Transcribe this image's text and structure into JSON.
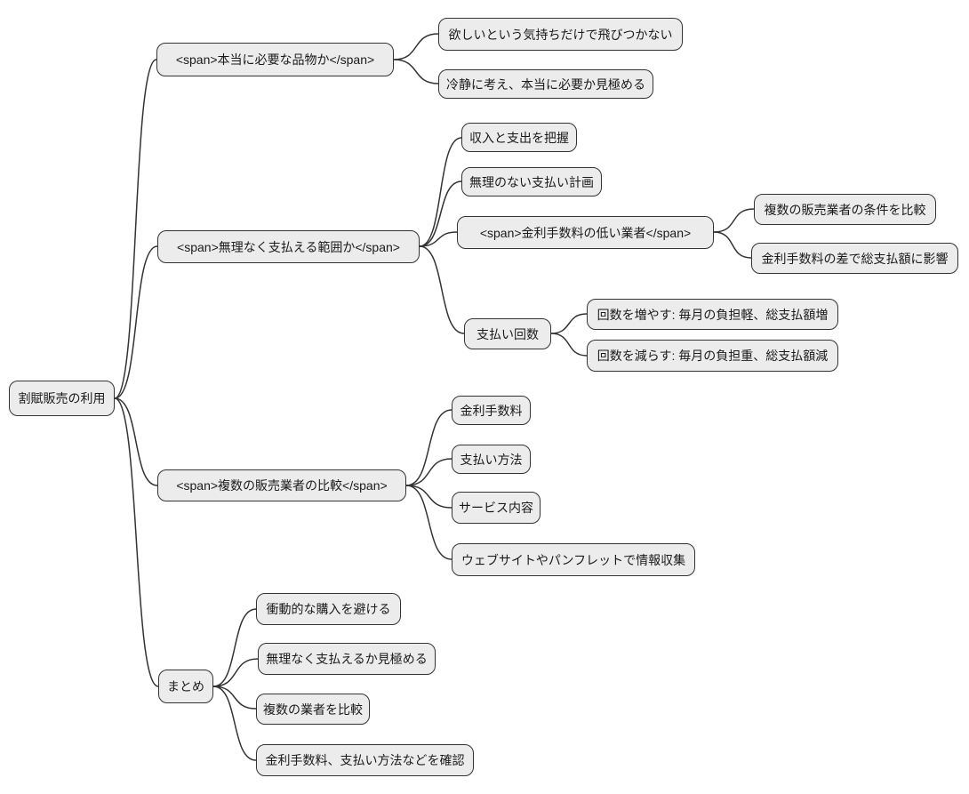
{
  "diagram_type": "mindmap",
  "colors": {
    "background": "#ffffff",
    "node_fill": "#ececec",
    "node_border": "#333333",
    "edge": "#333333",
    "text": "#1a1a1a"
  },
  "mindmap": {
    "root": {
      "label": "割賦販売の利用",
      "children": [
        {
          "label": "<span>本当に必要な品物か</span>",
          "children": [
            {
              "label": "欲しいという気持ちだけで飛びつかない"
            },
            {
              "label": "冷静に考え、本当に必要か見極める"
            }
          ]
        },
        {
          "label": "<span>無理なく支払える範囲か</span>",
          "children": [
            {
              "label": "収入と支出を把握"
            },
            {
              "label": "無理のない支払い計画"
            },
            {
              "label": "<span>金利手数料の低い業者</span>",
              "children": [
                {
                  "label": "複数の販売業者の条件を比較"
                },
                {
                  "label": "金利手数料の差で総支払額に影響"
                }
              ]
            },
            {
              "label": "支払い回数",
              "children": [
                {
                  "label": "回数を増やす: 毎月の負担軽、総支払額増"
                },
                {
                  "label": "回数を減らす: 毎月の負担重、総支払額減"
                }
              ]
            }
          ]
        },
        {
          "label": "<span>複数の販売業者の比較</span>",
          "children": [
            {
              "label": "金利手数料"
            },
            {
              "label": "支払い方法"
            },
            {
              "label": "サービス内容"
            },
            {
              "label": "ウェブサイトやパンフレットで情報収集"
            }
          ]
        },
        {
          "label": "まとめ",
          "children": [
            {
              "label": "衝動的な購入を避ける"
            },
            {
              "label": "無理なく支払えるか見極める"
            },
            {
              "label": "複数の業者を比較"
            },
            {
              "label": "金利手数料、支払い方法などを確認"
            }
          ]
        }
      ]
    }
  }
}
